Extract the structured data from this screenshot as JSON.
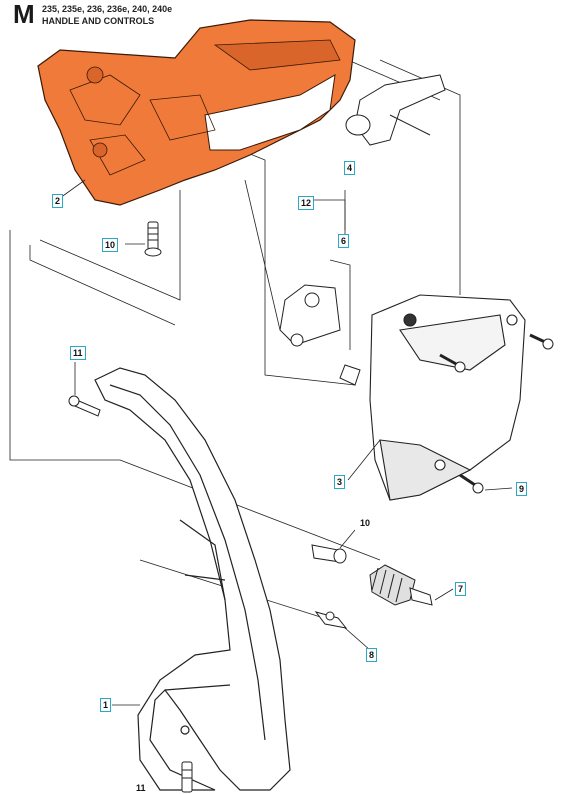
{
  "header": {
    "section_letter": "M",
    "models": "235, 235e, 236, 236e, 240, 240e",
    "title": "HANDLE AND CONTROLS"
  },
  "callouts": {
    "c1": "1",
    "c2": "2",
    "c3": "3",
    "c4": "4",
    "c6": "6",
    "c7": "7",
    "c8": "8",
    "c9": "9",
    "c10_left": "10",
    "c10_right": "10",
    "c11_top": "11",
    "c11_bottom": "11",
    "c12": "12"
  },
  "colors": {
    "handle_orange": "#f07a3a",
    "callout_border": "#2aa8c8",
    "line": "#222222"
  }
}
